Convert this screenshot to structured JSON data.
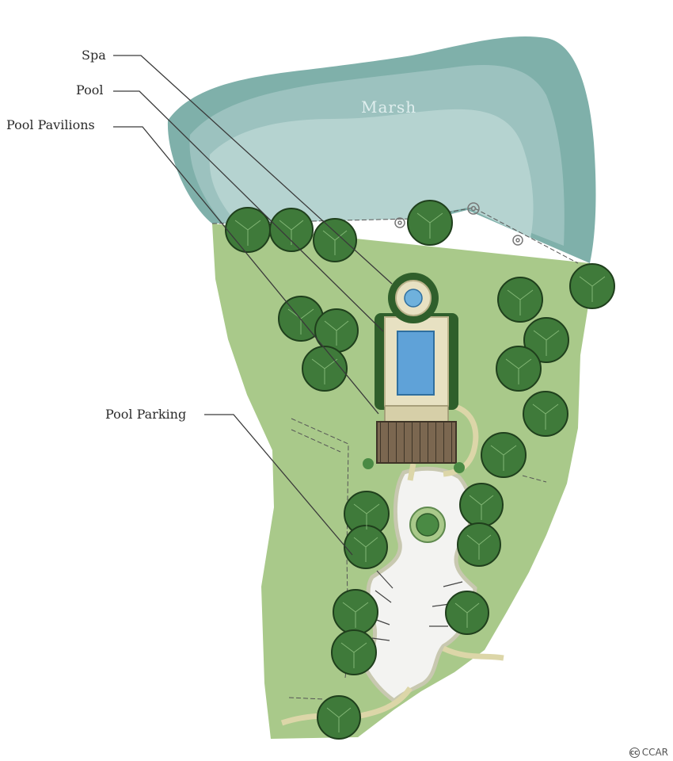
{
  "title": "",
  "labels": {
    "spa": "Spa",
    "pool": "Pool",
    "pool_pavilions": "Pool Pavilions",
    "pool_parking": "Pool Parking",
    "marsh": "Marsh"
  },
  "credit": {
    "text": "CCAR",
    "icon": "copyright-icon"
  },
  "colors": {
    "lawn": "#a9c98a",
    "marsh_outer": "#7fb0aa",
    "marsh_mid": "#9cc2bf",
    "marsh_inner": "#b5d3d0",
    "pool_water": "#5fa2d8",
    "tree": "#3f7a3a",
    "pavement": "#f3f3f1",
    "deck": "#6b5a43"
  }
}
